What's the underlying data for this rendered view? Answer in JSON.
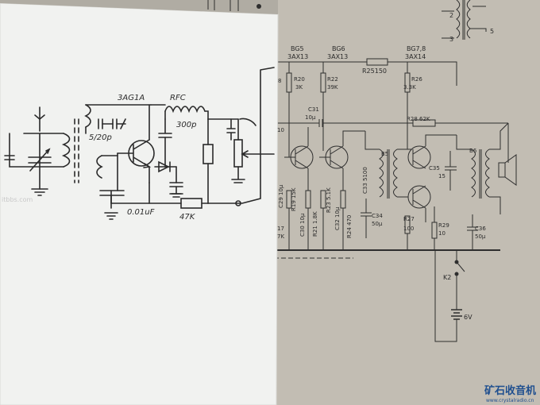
{
  "handwritten_labels": {
    "agc": "3AG1A",
    "rfc": "RFC",
    "c300p": "300p",
    "c5_20p": "5/20p",
    "c001": "0.01uF",
    "r47k": "47K"
  },
  "printed_labels": {
    "bg5": "BG5",
    "bg5_type": "3AX13",
    "bg6": "BG6",
    "bg6_type": "3AX13",
    "bg78": "BG7,8",
    "bg78_type": "3AX14",
    "r25": "R25150",
    "r20": "R20",
    "r20_val": "3K",
    "r22": "R22",
    "r22_val": "39K",
    "r26": "R26",
    "r26_val": "3.3K",
    "c31": "C31",
    "c31_val": "10μ",
    "r28": "R28 62K",
    "c29": "C29 10μ",
    "r19": "R19 15K",
    "c30": "C30 10μ",
    "r21": "R21 1.8K",
    "r23": "R23 5.1K",
    "c32": "C32 10μ",
    "r24": "R24 470",
    "b5": "B5",
    "c33": "C33 5100",
    "c34": "C34",
    "c34_val": "50μ",
    "r27": "R27",
    "r27_val": "100",
    "c35": "C35",
    "c35_val": "15",
    "b6": "B6",
    "r29": "R29",
    "r29_val": "10",
    "c36": "C36",
    "c36_val": "50μ",
    "k2": "K2",
    "batt": "6V",
    "t2": "2",
    "t3": "3",
    "t5": "5",
    "edge_10": "10",
    "edge_8": "8",
    "edge_17": "17",
    "edge_7k": "7K"
  },
  "watermark": "itbbs.com",
  "logo": {
    "name_cn": "矿石收音机",
    "url": "www.crystalradio.cn"
  }
}
